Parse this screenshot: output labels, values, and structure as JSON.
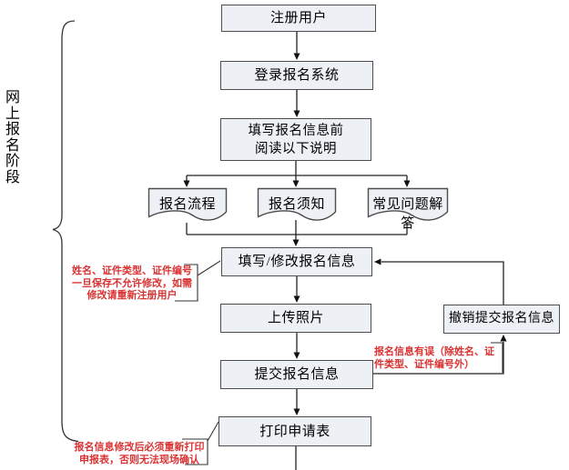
{
  "diagram": {
    "phase_label": "网上报名阶段",
    "nodes": {
      "register": {
        "label": "注册用户"
      },
      "login": {
        "label": "登录报名系统"
      },
      "read_instructions": {
        "line1": "填写报名信息前",
        "line2": "阅读以下说明"
      },
      "fill_modify": {
        "label": "填写/修改报名信息"
      },
      "upload_photo": {
        "label": "上传照片"
      },
      "submit": {
        "label": "提交报名信息"
      },
      "print_form": {
        "label": "打印申请表"
      },
      "cancel_submit": {
        "label": "撤销提交报名信息"
      }
    },
    "documents": [
      {
        "label": "报名流程"
      },
      {
        "label": "报名须知"
      },
      {
        "label": "常见问题解答"
      }
    ],
    "annotations": {
      "no_modify": {
        "line1": "姓名、证件类型、证件编号",
        "line2": "一旦保存不允许修改，如需",
        "line3": "修改请重新注册用户"
      },
      "info_error": {
        "line1": "报名信息有误（除姓名、证",
        "line2": "件类型、证件编号外）"
      },
      "reprint": {
        "line1": "报名信息修改后必须重新打印",
        "line2": "申报表，否则无法现场确认"
      }
    },
    "colors": {
      "node_fill": "#edf0f5",
      "node_border": "#4d4d4d",
      "connector": "#222222",
      "annotation_text": "#d93333",
      "background": "#ffffff"
    }
  }
}
